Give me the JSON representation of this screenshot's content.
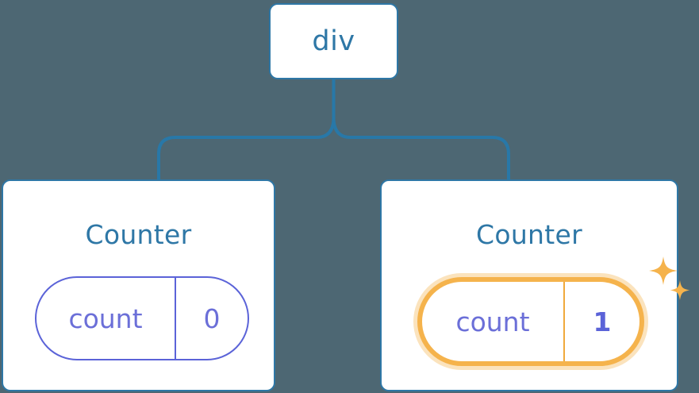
{
  "diagram": {
    "type": "component-tree",
    "background_color": "#4d6773",
    "accent_color": "#2e77a6",
    "state_color": "#6b6fd8",
    "highlight_color": "#f5b34c",
    "highlight_glow_color": "#fbe3bd",
    "root": {
      "label": "div"
    },
    "children": [
      {
        "name": "counter-left",
        "title": "Counter",
        "state": {
          "key": "count",
          "value": "0",
          "highlighted": false
        }
      },
      {
        "name": "counter-right",
        "title": "Counter",
        "state": {
          "key": "count",
          "value": "1",
          "highlighted": true
        },
        "sparkle_icons": [
          "sparkle-large",
          "sparkle-small"
        ]
      }
    ]
  }
}
